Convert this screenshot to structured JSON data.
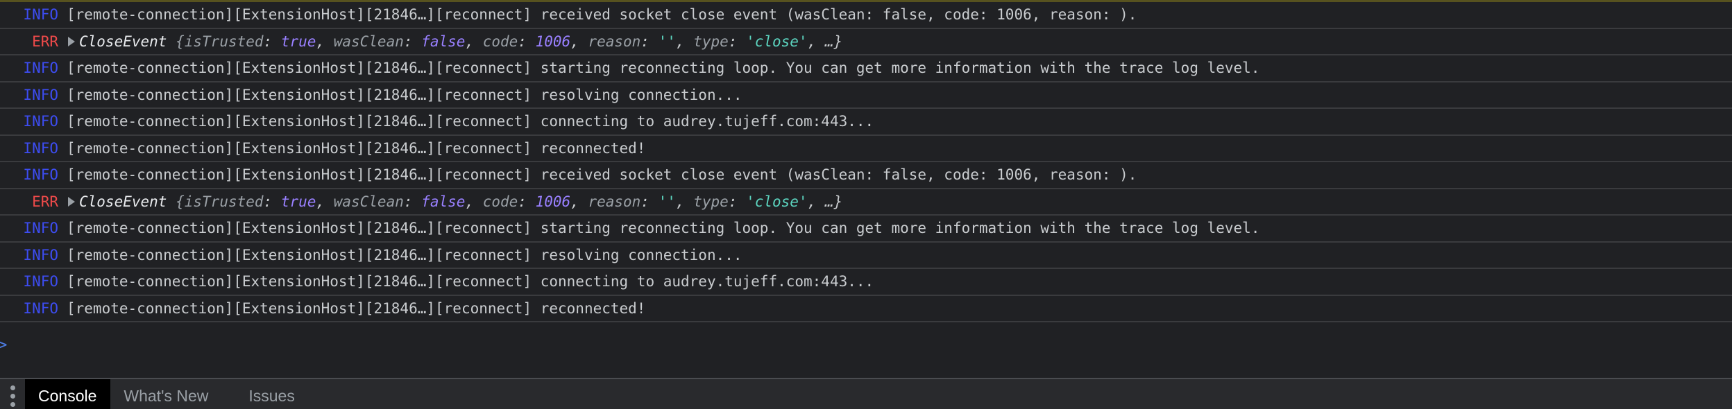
{
  "console": {
    "prompt_symbol": ">",
    "rows": [
      {
        "level": "INFO",
        "type": "info",
        "message": "[remote-connection][ExtensionHost][21846…][reconnect] received socket close event (wasClean: false, code: 1006, reason: )."
      },
      {
        "level": "ERR",
        "type": "err",
        "object": {
          "class": "CloseEvent",
          "open": "{",
          "k1": "isTrusted",
          "v1": "true",
          "k2": "wasClean",
          "v2": "false",
          "k3": "code",
          "v3": "1006",
          "k4": "reason",
          "v4": "''",
          "k5": "type",
          "v5": "'close'",
          "more": "…",
          "close": "}"
        }
      },
      {
        "level": "INFO",
        "type": "info",
        "message": "[remote-connection][ExtensionHost][21846…][reconnect] starting reconnecting loop. You can get more information with the trace log level."
      },
      {
        "level": "INFO",
        "type": "info",
        "message": "[remote-connection][ExtensionHost][21846…][reconnect] resolving connection..."
      },
      {
        "level": "INFO",
        "type": "info",
        "message": "[remote-connection][ExtensionHost][21846…][reconnect] connecting to audrey.tujeff.com:443..."
      },
      {
        "level": "INFO",
        "type": "info",
        "message": "[remote-connection][ExtensionHost][21846…][reconnect] reconnected!"
      },
      {
        "level": "INFO",
        "type": "info",
        "message": "[remote-connection][ExtensionHost][21846…][reconnect] received socket close event (wasClean: false, code: 1006, reason: )."
      },
      {
        "level": "ERR",
        "type": "err",
        "object": {
          "class": "CloseEvent",
          "open": "{",
          "k1": "isTrusted",
          "v1": "true",
          "k2": "wasClean",
          "v2": "false",
          "k3": "code",
          "v3": "1006",
          "k4": "reason",
          "v4": "''",
          "k5": "type",
          "v5": "'close'",
          "more": "…",
          "close": "}"
        }
      },
      {
        "level": "INFO",
        "type": "info",
        "message": "[remote-connection][ExtensionHost][21846…][reconnect] starting reconnecting loop. You can get more information with the trace log level."
      },
      {
        "level": "INFO",
        "type": "info",
        "message": "[remote-connection][ExtensionHost][21846…][reconnect] resolving connection..."
      },
      {
        "level": "INFO",
        "type": "info",
        "message": "[remote-connection][ExtensionHost][21846…][reconnect] connecting to audrey.tujeff.com:443..."
      },
      {
        "level": "INFO",
        "type": "info",
        "message": "[remote-connection][ExtensionHost][21846…][reconnect] reconnected!"
      }
    ]
  },
  "drawer": {
    "menu_icon": "vertical-ellipsis-icon",
    "tabs": [
      {
        "label": "Console",
        "active": true
      },
      {
        "label": "What's New",
        "active": false
      },
      {
        "label": "Issues",
        "active": false
      }
    ]
  },
  "colors": {
    "background": "#202124",
    "info_level": "#3d4df2",
    "err_level": "#ef4a4a",
    "value_purple": "#9980ff",
    "string_teal": "#5cd5c0",
    "top_border": "#57521f"
  }
}
